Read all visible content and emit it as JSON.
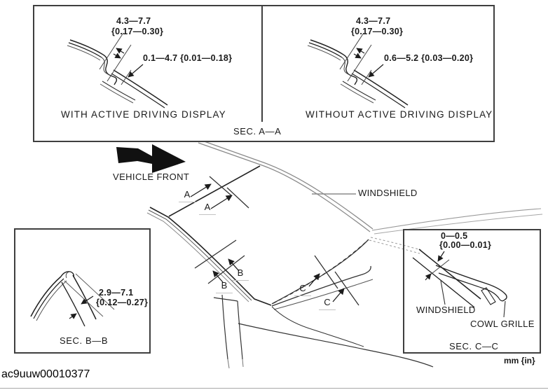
{
  "figure_code": "ac9uuw00010377",
  "units_note": "mm {in}",
  "sec_a": {
    "title": "SEC. A—A",
    "with_add": {
      "caption": "WITH ACTIVE DRIVING DISPLAY",
      "dim_outer_mm": "4.3—7.7",
      "dim_outer_in": "{0.17—0.30}",
      "dim_inner": "0.1—4.7 {0.01—0.18}"
    },
    "without_add": {
      "caption": "WITHOUT ACTIVE DRIVING DISPLAY",
      "dim_outer_mm": "4.3—7.7",
      "dim_outer_in": "{0.17—0.30}",
      "dim_inner": "0.6—5.2 {0.03—0.20}"
    }
  },
  "overview": {
    "direction_label": "VEHICLE FRONT",
    "windshield_label": "WINDSHIELD",
    "markers": {
      "a1": "A",
      "a2": "A",
      "b1": "B",
      "b2": "B",
      "c1": "C",
      "c2": "C"
    }
  },
  "sec_b": {
    "title": "SEC. B—B",
    "dim_mm": "2.9—7.1",
    "dim_in": "{0.12—0.27}"
  },
  "sec_c": {
    "title": "SEC. C—C",
    "dim_mm": "0—0.5",
    "dim_in": "{0.00—0.01}",
    "windshield_label": "WINDSHIELD",
    "cowl_grille_label": "COWL GRILLE"
  }
}
